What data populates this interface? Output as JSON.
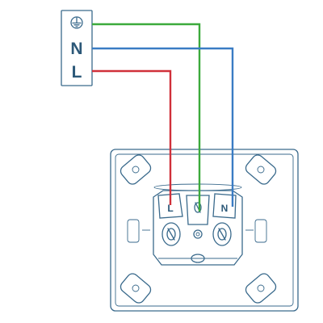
{
  "terminal_block": {
    "symbols": [
      "earth-ground",
      "N",
      "L"
    ],
    "n_label": "N",
    "l_label": "L"
  },
  "socket_terminals": {
    "left_label": "L",
    "right_label": "N"
  },
  "wires": [
    {
      "name": "earth",
      "color": "#3caa3c"
    },
    {
      "name": "neutral",
      "color": "#3a7cc4"
    },
    {
      "name": "live",
      "color": "#d0303a"
    }
  ],
  "colors": {
    "outline": "#3a6a8c",
    "background": "#ffffff"
  }
}
